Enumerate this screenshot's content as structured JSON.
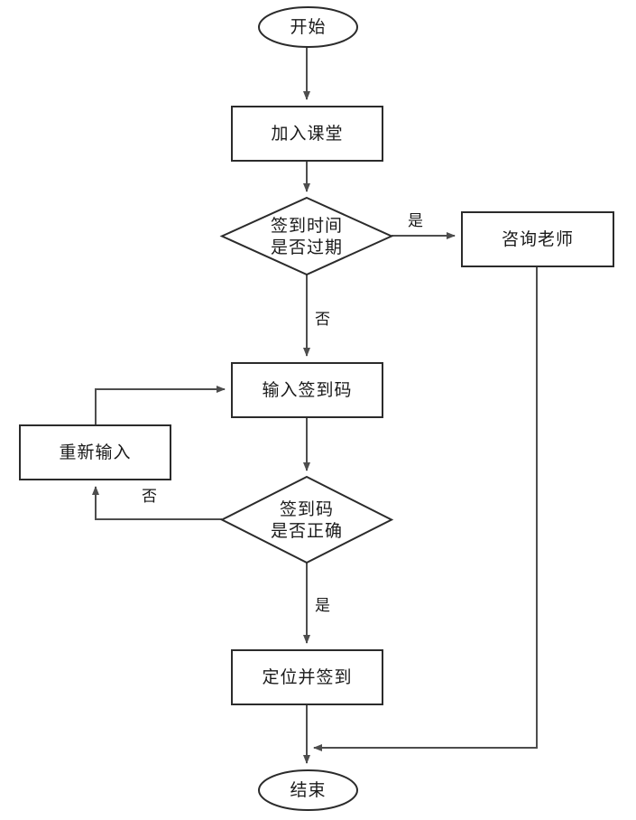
{
  "diagram": {
    "type": "flowchart",
    "orientation": "top-to-bottom",
    "background_color": "#ffffff",
    "node_fill_color": "#ffffff",
    "node_stroke_color": "#2b2b2b",
    "edge_color": "#4d4d4d",
    "text_color": "#1a1a1a",
    "nodes": [
      {
        "id": "start",
        "shape": "terminator",
        "label": "开始"
      },
      {
        "id": "join_class",
        "shape": "process",
        "label": "加入课堂"
      },
      {
        "id": "time_expired",
        "shape": "decision",
        "label": "签到时间\n是否过期"
      },
      {
        "id": "ask_teacher",
        "shape": "process",
        "label": "咨询老师"
      },
      {
        "id": "input_code",
        "shape": "process",
        "label": "输入签到码"
      },
      {
        "id": "reinput",
        "shape": "process",
        "label": "重新输入"
      },
      {
        "id": "code_correct",
        "shape": "decision",
        "label": "签到码\n是否正确"
      },
      {
        "id": "locate_sign",
        "shape": "process",
        "label": "定位并签到"
      },
      {
        "id": "end",
        "shape": "terminator",
        "label": "结束"
      }
    ],
    "edge_labels": {
      "expired_yes": "是",
      "expired_no": "否",
      "code_no": "否",
      "code_yes": "是"
    }
  }
}
